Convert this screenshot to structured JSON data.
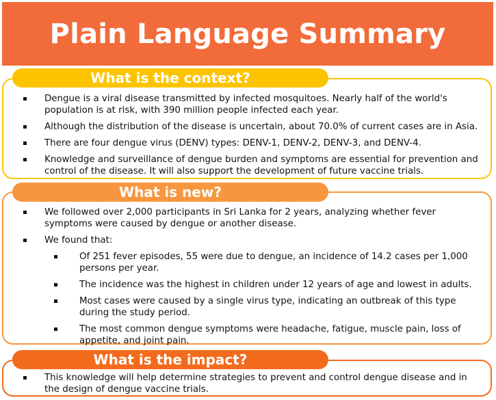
{
  "title": "Plain Language Summary",
  "colors": {
    "banner": "#f26b3a",
    "context": "#fcc400",
    "new": "#f7963e",
    "impact": "#f26b1d"
  },
  "sections": [
    {
      "heading": "What is the context?",
      "bullets": [
        "Dengue is a viral disease transmitted by infected mosquitoes. Nearly half of the world's population is at risk, with 390 million people infected each year.",
        "Although the distribution of the disease is uncertain, about 70.0% of current cases are in Asia.",
        "There are four dengue virus (DENV) types: DENV-1, DENV-2, DENV-3, and DENV-4.",
        "Knowledge and surveillance of dengue burden and symptoms are essential for prevention and control of the disease. It will also support the development of future vaccine trials."
      ]
    },
    {
      "heading": "What is new?",
      "bullets": [
        "We followed over 2,000 participants in Sri Lanka for 2 years, analyzing whether fever symptoms were caused by dengue or another disease.",
        "We found that:"
      ],
      "sub_bullets": [
        "Of 251 fever episodes, 55 were due to dengue, an incidence of 14.2 cases per 1,000 persons per year.",
        "The incidence was the highest in children under 12 years of age and lowest in adults.",
        "Most cases were caused by a single virus type, indicating an outbreak of this type during the study period.",
        "The most common dengue symptoms were headache, fatigue, muscle pain, loss of appetite, and joint pain."
      ]
    },
    {
      "heading": "What is the impact?",
      "bullets": [
        "This knowledge will help determine strategies to prevent and control dengue disease and in the design of dengue vaccine trials."
      ]
    }
  ]
}
